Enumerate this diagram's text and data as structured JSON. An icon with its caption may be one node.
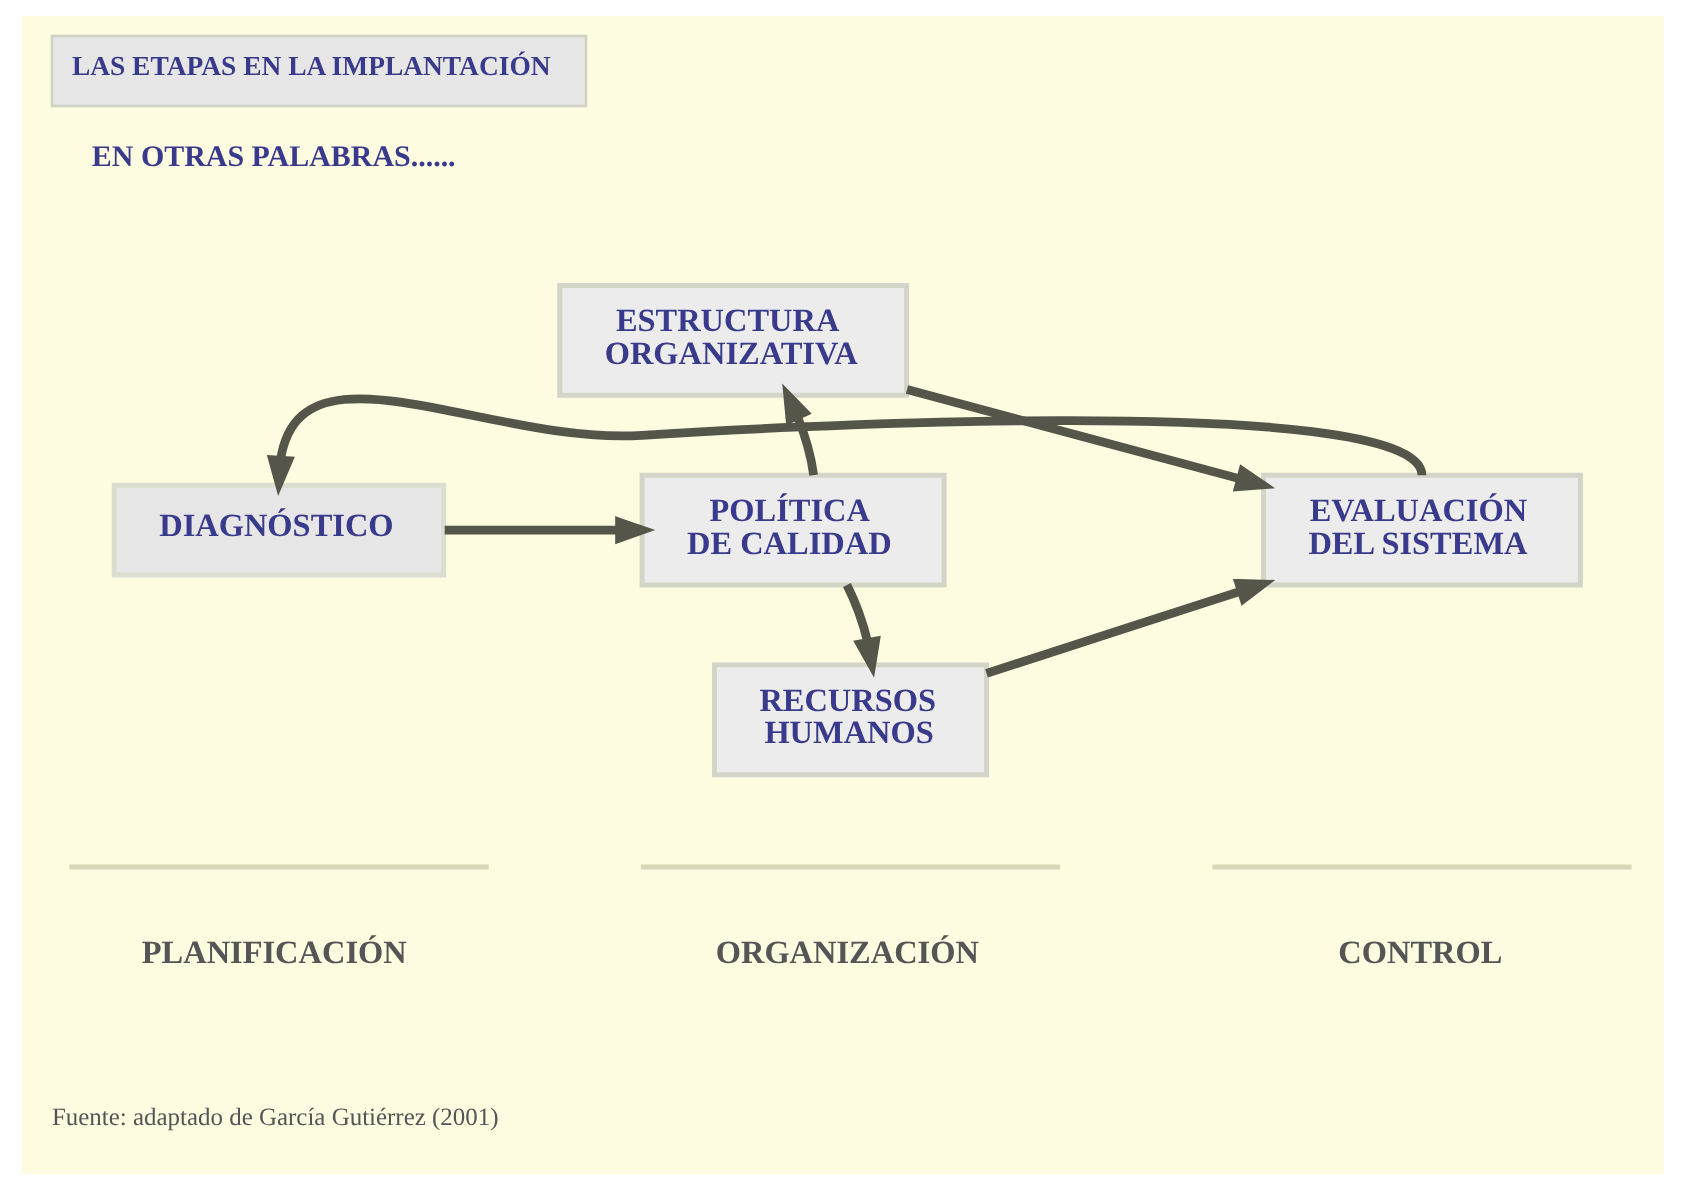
{
  "diagram": {
    "title": "LAS ETAPAS EN LA IMPLANTACIÓN",
    "nodes": [
      {
        "text": [
          "DIAGNÓSTICO"
        ]
      },
      {
        "text": [
          "POLÍTICA DE CALIDAD"
        ]
      },
      {
        "text": [
          "ESTRUCTURA ORGANIZATIVA"
        ]
      },
      {
        "text": [
          "RECURSOS HUMANOS"
        ]
      },
      {
        "text": [
          "EVALUACIÓN DEL SISTEMA"
        ]
      }
    ],
    "edges": [
      {
        "from": 4,
        "to": 0,
        "arrow": "to"
      },
      {
        "from": 0,
        "to": 1,
        "arrow": "to"
      },
      {
        "from": 1,
        "to": 2,
        "arrow": "to"
      },
      {
        "from": 1,
        "to": 3,
        "arrow": "to"
      },
      {
        "from": 2,
        "to": 4,
        "arrow": "to"
      },
      {
        "from": 3,
        "to": 4,
        "arrow": "to"
      }
    ],
    "labels": [
      "EN OTRAS PALABRAS......",
      "PLANIFICACIÓN",
      "ORGANIZACIÓN",
      "CONTROL",
      "Fuente: adaptado de García Gutiérrez (2001)"
    ]
  }
}
